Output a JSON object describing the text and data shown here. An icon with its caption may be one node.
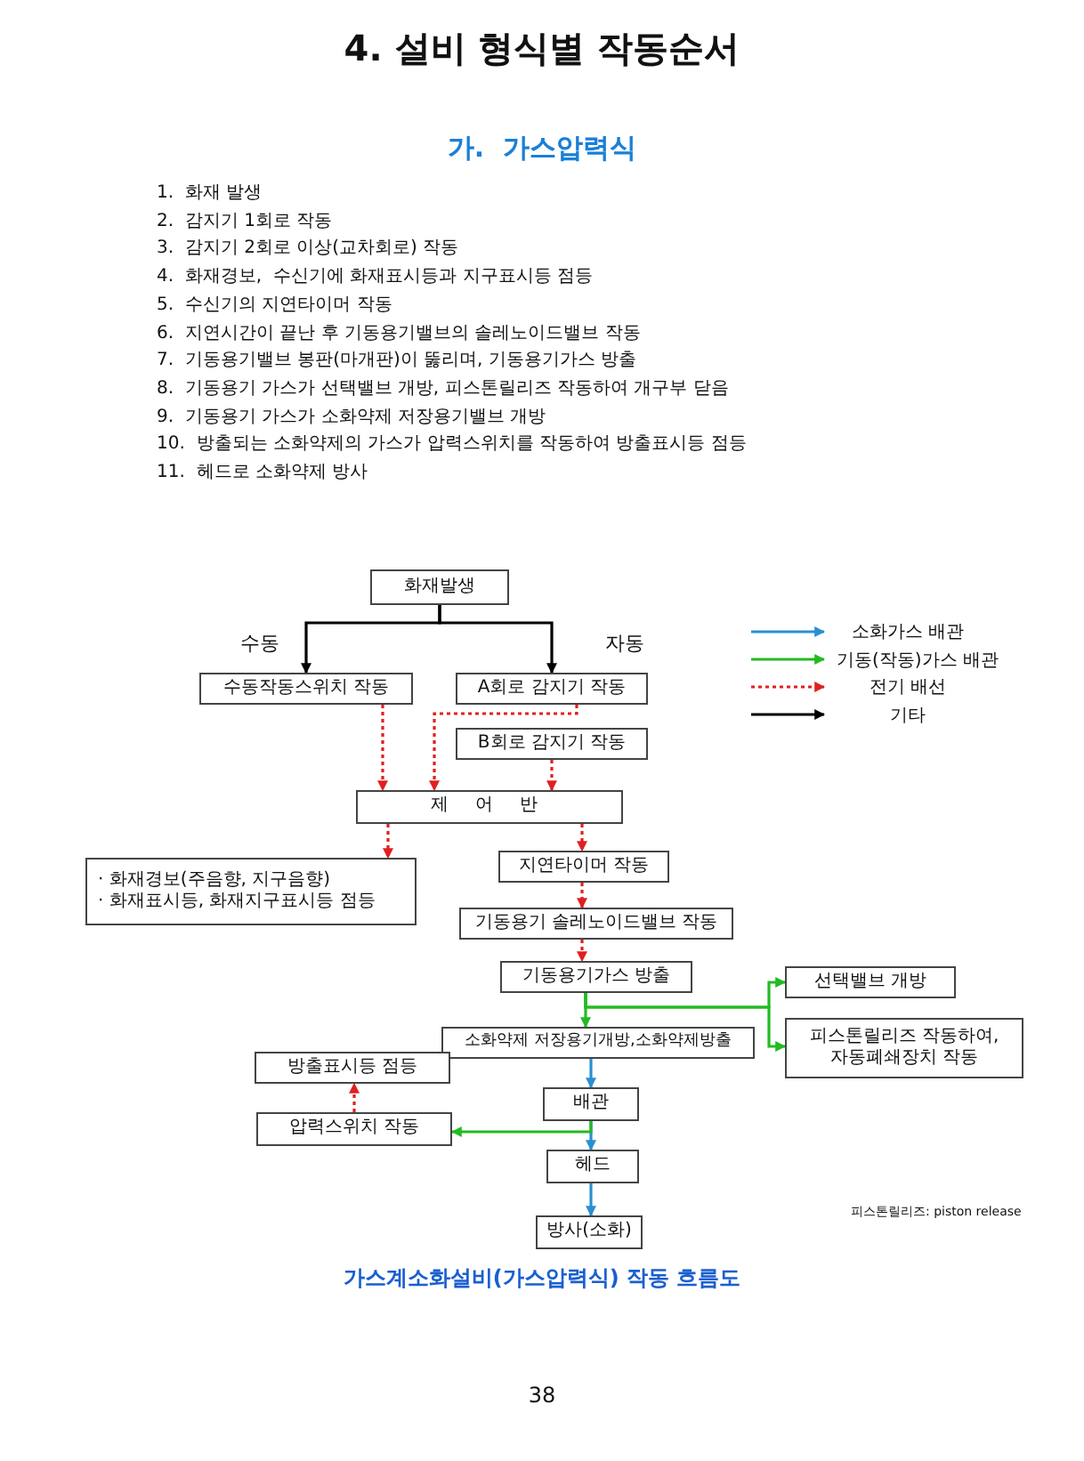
{
  "diagram": {
    "title": "4.  설비 형식별 작동순서",
    "caption": "가스계소화설비(가스압력식) 작동 흐름도",
    "nodes": [
      {
        "text": [
          "화재발생"
        ]
      },
      {
        "text": [
          "수동작동스위치 작동"
        ]
      },
      {
        "text": [
          "A회로 감지기 작동"
        ]
      },
      {
        "text": [
          "B회로 감지기 작동"
        ]
      },
      {
        "text": [
          "제 어 반"
        ]
      },
      {
        "text": [
          "· 화재경보(주음향, 지구음향)",
          "· 화재표시등, 화재지구표시등 점등"
        ]
      },
      {
        "text": [
          "지연타이머 작동"
        ]
      },
      {
        "text": [
          "기동용기 솔레노이드밸브 작동"
        ]
      },
      {
        "text": [
          "기동용기가스 방출"
        ]
      },
      {
        "text": [
          "소화약제 저장용기개방,소화약제방출"
        ]
      },
      {
        "text": [
          "선택밸브 개방"
        ]
      },
      {
        "text": [
          "피스톤릴리즈 작동하여, 자동폐쇄장치 작동"
        ]
      },
      {
        "text": [
          "방출표시등 점등"
        ]
      },
      {
        "text": [
          "압력스위치 작동"
        ]
      },
      {
        "text": [
          "배관"
        ]
      },
      {
        "text": [
          "헤드"
        ]
      },
      {
        "text": [
          "방사(소화)"
        ]
      }
    ],
    "edges": [
      {
        "from": 0,
        "to": 1,
        "arrow": "to",
        "label": "수동",
        "color": "#000000"
      },
      {
        "from": 0,
        "to": 2,
        "arrow": "to",
        "label": "자동",
        "color": "#000000"
      },
      {
        "from": 1,
        "to": 4,
        "arrow": "to",
        "style": "dashed"
      },
      {
        "from": 2,
        "to": 4,
        "arrow": "to",
        "style": "dashed"
      },
      {
        "from": 3,
        "to": 4,
        "arrow": "to",
        "style": "dashed"
      },
      {
        "from": 4,
        "to": 5,
        "arrow": "to",
        "style": "dashed"
      },
      {
        "from": 4,
        "to": 6,
        "arrow": "to",
        "style": "dashed"
      },
      {
        "from": 6,
        "to": 7,
        "arrow": "to",
        "style": "dashed"
      },
      {
        "from": 7,
        "to": 8,
        "arrow": "to",
        "style": "dashed"
      },
      {
        "from": 8,
        "to": 9,
        "arrow": "to",
        "color": "#22bb22"
      },
      {
        "from": 8,
        "to": 10,
        "arrow": "to",
        "color": "#22bb22"
      },
      {
        "from": 8,
        "to": 11,
        "arrow": "to",
        "color": "#22bb22"
      },
      {
        "from": 9,
        "to": 14,
        "arrow": "to",
        "color": "#2a8fd0"
      },
      {
        "from": 14,
        "to": 15,
        "arrow": "to",
        "color": "#2a8fd0"
      },
      {
        "from": 14,
        "to": 13,
        "arrow": "to",
        "color": "#22bb22"
      },
      {
        "from": 15,
        "to": 16,
        "arrow": "to",
        "color": "#2a8fd0"
      },
      {
        "from": 13,
        "to": 12,
        "arrow": "to",
        "style": "dashed"
      }
    ],
    "labels": [
      "가.  가스압력식",
      "1.  화재 발생",
      "2.  감지기 1회로 작동",
      "3.  감지기 2회로 이상(교차회로) 작동",
      "4.  화재경보,  수신기에 화재표시등과 지구표시등 점등",
      "5.  수신기의 지연타이머 작동",
      "6.  지연시간이 끝난 후 기동용기밸브의 솔레노이드밸브 작동",
      "7.  기동용기밸브 봉판(마개판)이 뚫리며, 기동용기가스 방출",
      "8.  기동용기 가스가 선택밸브 개방, 피스톤릴리즈 작동하여 개구부 닫음",
      "9.  기동용기 가스가 소화약제 저장용기밸브 개방",
      "10.  방출되는 소화약제의 가스가 압력스위치를 작동하여 방출표시등 점등",
      "11.  헤드로 소화약제 방사",
      "피스톤릴리즈: piston release",
      "38"
    ],
    "legend": [
      {
        "text": "소화가스 배관"
      },
      {
        "text": "기동(작동)가스 배관"
      },
      {
        "text": "전기 배선"
      },
      {
        "text": "기타"
      }
    ]
  }
}
